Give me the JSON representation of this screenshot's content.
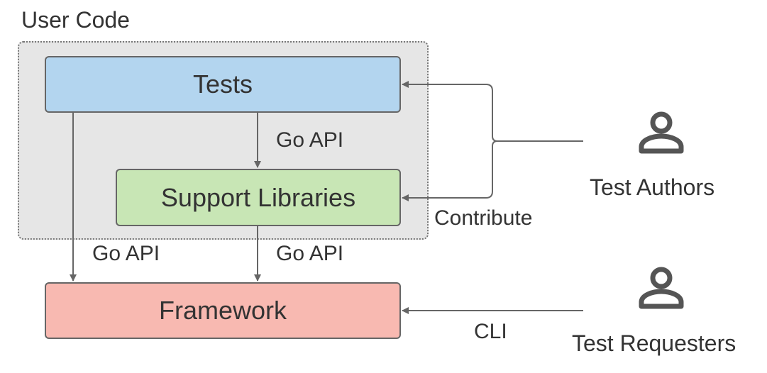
{
  "group": {
    "label": "User Code"
  },
  "boxes": {
    "tests": "Tests",
    "support_libraries": "Support Libraries",
    "framework": "Framework"
  },
  "edge_labels": {
    "tests_to_support": "Go API",
    "tests_to_framework": "Go API",
    "support_to_framework": "Go API",
    "contribute": "Contribute",
    "cli": "CLI"
  },
  "actors": {
    "test_authors": {
      "label": "Test Authors",
      "icon": "person-icon"
    },
    "test_requesters": {
      "label": "Test Requesters",
      "icon": "person-icon"
    }
  },
  "colors": {
    "tests": "#b3d5ef",
    "support_libraries": "#c8e6b5",
    "framework": "#f8b9b1",
    "group_background": "#e6e6e6",
    "lines": "#666666"
  }
}
